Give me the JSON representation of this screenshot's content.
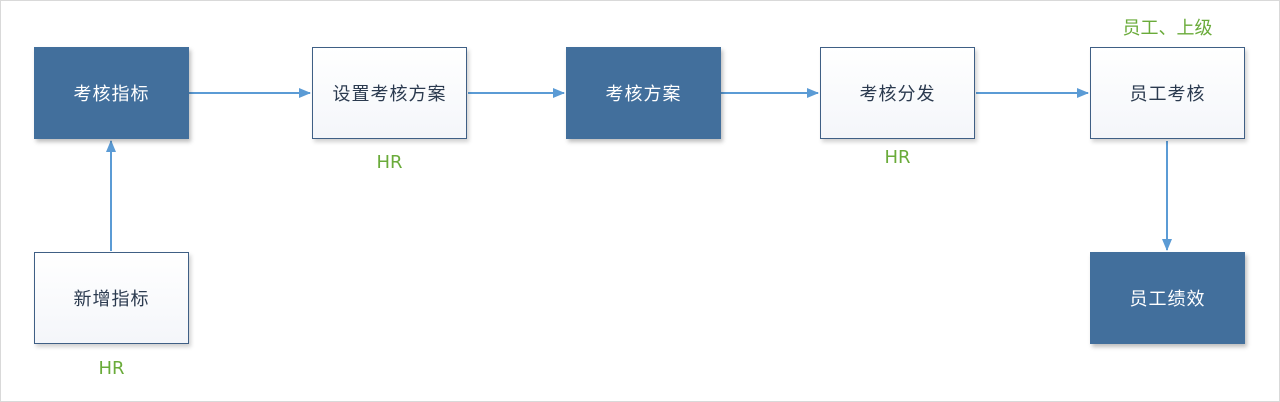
{
  "nodes": {
    "kpi": "考核指标",
    "setup_plan": "设置考核方案",
    "plan": "考核方案",
    "distribute": "考核分发",
    "evaluate": "员工考核",
    "new_kpi": "新增指标",
    "performance": "员工绩效"
  },
  "roles": {
    "setup_plan": "HR",
    "distribute": "HR",
    "new_kpi": "HR",
    "evaluate": "员工、上级"
  },
  "colors": {
    "dark_node": "#426f9c",
    "arrow": "#5b9bd5",
    "role_text": "#6aab3a"
  }
}
